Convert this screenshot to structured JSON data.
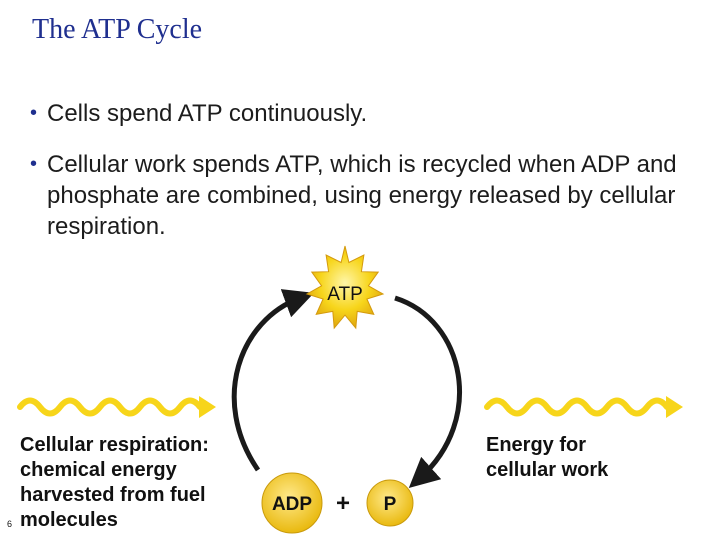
{
  "slide": {
    "title": "The ATP Cycle",
    "slide_number": "6",
    "bullets": [
      "Cells spend ATP continuously.",
      "Cellular work spends ATP, which is recycled when ADP and phosphate are combined, using energy released by cellular respiration."
    ]
  },
  "diagram": {
    "atp_label": "ATP",
    "adp_label": "ADP",
    "plus_sign": "+",
    "phosphate_label": "P",
    "left_caption": "Cellular respiration: chemical energy harvested from fuel molecules",
    "right_caption": "Energy for cellular work",
    "colors": {
      "atp_star": "#f7d51a",
      "adp_circle": "#f2c81a",
      "wave": "#f7d51a",
      "arrow": "#1a1a1a",
      "title": "#1f2f8f"
    }
  }
}
